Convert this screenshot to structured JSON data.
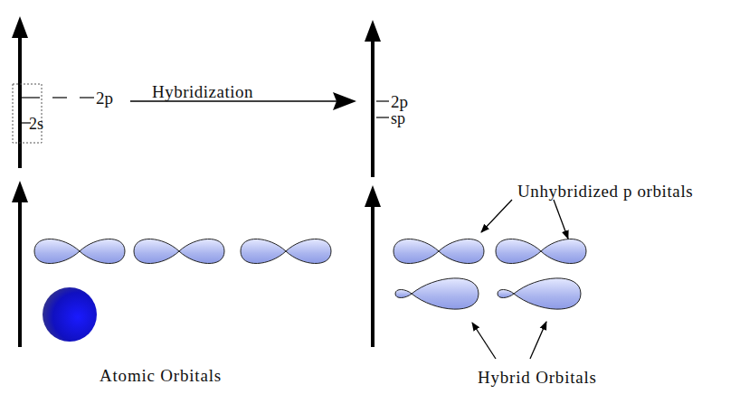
{
  "diagram": {
    "labels": [
      "2p",
      "2s",
      "Hybridization",
      "2p",
      "sp",
      "Unhybridized p orbitals",
      "Atomic Orbitals",
      "Hybrid Orbitals"
    ]
  }
}
